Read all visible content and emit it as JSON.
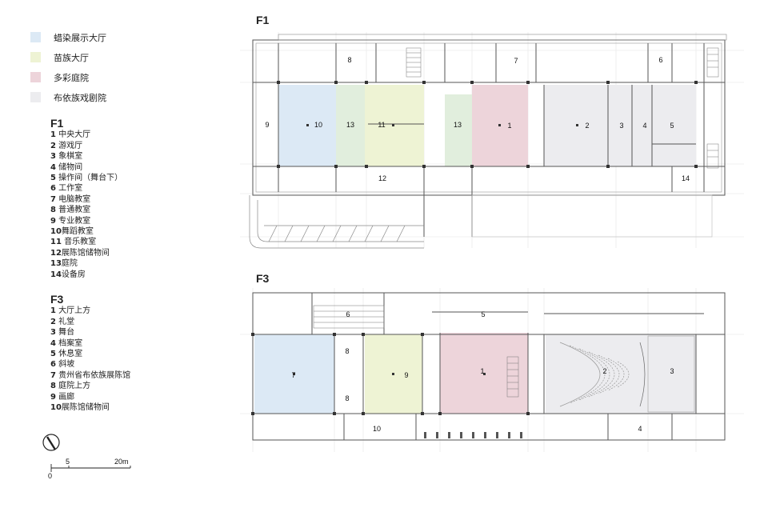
{
  "legend": [
    {
      "label": "蜡染展示大厅",
      "color": "#dce9f5"
    },
    {
      "label": "苗族大厅",
      "color": "#eef3d4"
    },
    {
      "label": "多彩庭院",
      "color": "#edd4da"
    },
    {
      "label": "布依族戏剧院",
      "color": "#ececef"
    }
  ],
  "f1": {
    "title": "F1",
    "rooms": [
      {
        "num": "1",
        "name": "中央大厅"
      },
      {
        "num": "2",
        "name": "游戏厅"
      },
      {
        "num": "3",
        "name": "象棋室"
      },
      {
        "num": "4",
        "name": "储物间"
      },
      {
        "num": "5",
        "name": "操作间（舞台下）"
      },
      {
        "num": "6",
        "name": "工作室"
      },
      {
        "num": "7",
        "name": "电脑教室"
      },
      {
        "num": "8",
        "name": "普通教室"
      },
      {
        "num": "9",
        "name": "专业教室"
      },
      {
        "num": "10",
        "name": "舞蹈教室"
      },
      {
        "num": "11",
        "name": "音乐教室"
      },
      {
        "num": "12",
        "name": "展陈馆储物间"
      },
      {
        "num": "13",
        "name": "庭院"
      },
      {
        "num": "14",
        "name": "设备房"
      }
    ]
  },
  "f3": {
    "title": "F3",
    "rooms": [
      {
        "num": "1",
        "name": "大厅上方"
      },
      {
        "num": "2",
        "name": "礼堂"
      },
      {
        "num": "3",
        "name": "舞台"
      },
      {
        "num": "4",
        "name": "档案室"
      },
      {
        "num": "5",
        "name": "休息室"
      },
      {
        "num": "6",
        "name": "斜坡"
      },
      {
        "num": "7",
        "name": "贵州省布依族展陈馆"
      },
      {
        "num": "8",
        "name": "庭院上方"
      },
      {
        "num": "9",
        "name": "画廊"
      },
      {
        "num": "10",
        "name": "展陈馆储物间"
      }
    ]
  },
  "scale": {
    "zero": "0",
    "mid": "5",
    "end": "20m"
  },
  "plan_f1_labels": [
    "8",
    "7",
    "6",
    "9",
    "10",
    "13",
    "11",
    "13",
    "1",
    "2",
    "3",
    "4",
    "5",
    "12",
    "14"
  ],
  "plan_f3_labels": [
    "6",
    "5",
    "8",
    "8",
    "7",
    "9",
    "1",
    "2",
    "3",
    "10",
    "4"
  ]
}
